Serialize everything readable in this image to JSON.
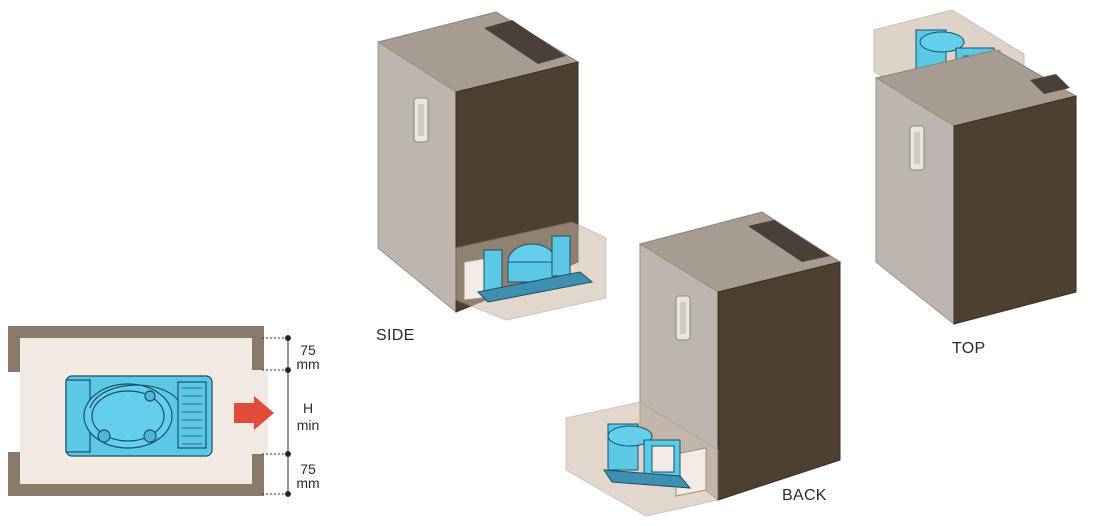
{
  "views": {
    "side": {
      "label": "SIDE"
    },
    "back": {
      "label": "BACK"
    },
    "top": {
      "label": "TOP"
    }
  },
  "plan": {
    "clearance_top": {
      "value": "75",
      "unit": "mm"
    },
    "height": {
      "value": "H",
      "unit": "min"
    },
    "clearance_bottom": {
      "value": "75",
      "unit": "mm"
    }
  },
  "colors": {
    "wall": "#8a7a6a",
    "interior": "#f1e9e2",
    "compressor": "#5bc8e6",
    "compressor_outline": "#1a4f66",
    "arrow": "#e24b3b",
    "fridge_front": "#bdb6ae",
    "fridge_side": "#4e3f30",
    "fridge_top": "#a69c92",
    "compartment": "#c9b7a6"
  }
}
